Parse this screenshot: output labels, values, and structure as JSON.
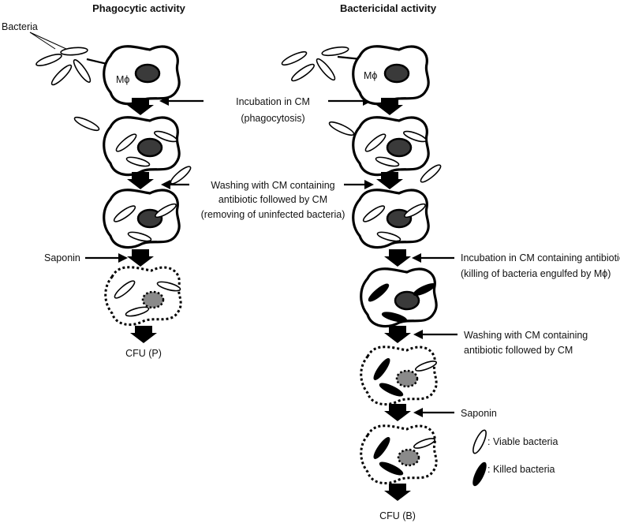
{
  "titles": {
    "left": "Phagocytic activity",
    "right": "Bactericidal activity"
  },
  "labels": {
    "bacteria": "Bacteria",
    "mphi_left": "Mϕ",
    "mphi_right": "Mϕ",
    "incubation_line1": "Incubation in CM",
    "incubation_line2": "(phagocytosis)",
    "washing_line1": "Washing with CM containing",
    "washing_line2": "antibiotic followed by CM",
    "washing_line3": "(removing of uninfected bacteria)",
    "saponin_left": "Saponin",
    "cfu_p": "CFU (P)",
    "incubation_ab_line1": "Incubation in CM containing antibiotic",
    "incubation_ab_line2": "(killing of bacteria engulfed by Mϕ)",
    "washing2_line1": "Washing with CM containing",
    "washing2_line2": "antibiotic followed by CM",
    "saponin_right": "Saponin",
    "cfu_b": "CFU (B)"
  },
  "legend": {
    "viable": ": Viable bacteria",
    "killed": ": Killed bacteria"
  }
}
